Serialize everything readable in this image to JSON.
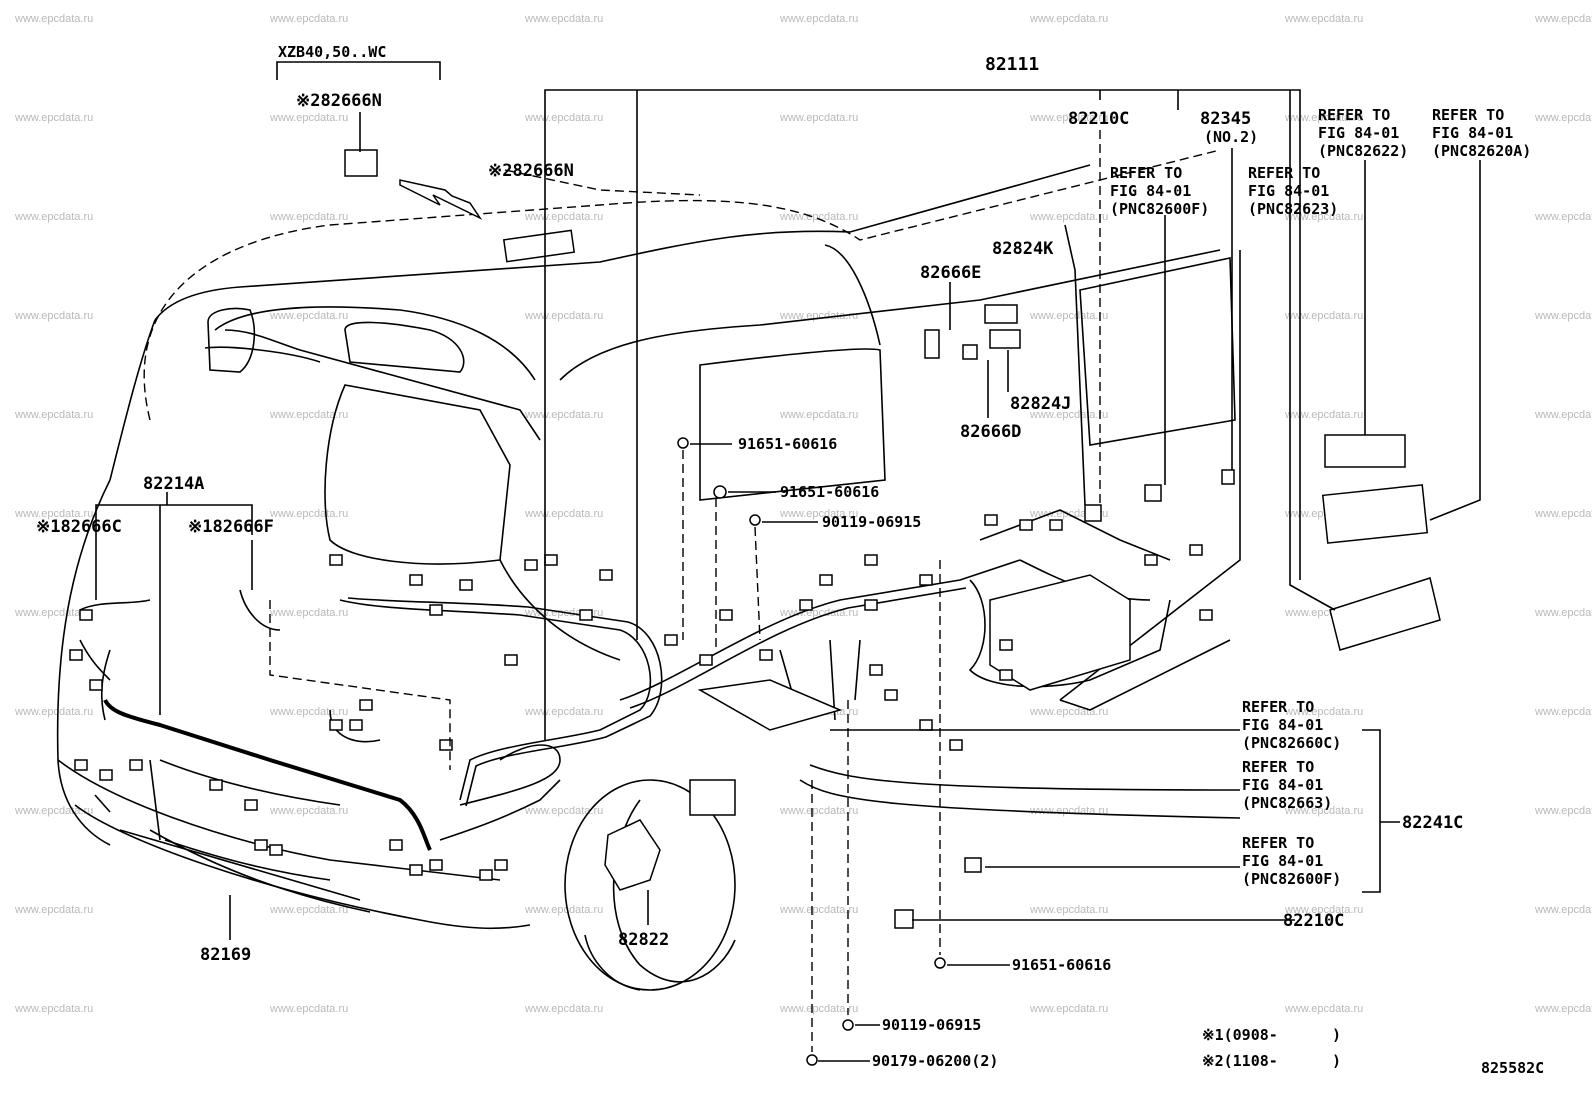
{
  "watermark": "www.epcdata.ru",
  "figure_code": "825582C",
  "labels": {
    "model_note": "XZB40,50..WC",
    "p82666N_a": "※282666N",
    "p82666N_b": "※282666N",
    "p82111": "82111",
    "p82210C_top": "82210C",
    "p82345": "82345",
    "p82345_qty": "(NO.2)",
    "refer_82600F_top": [
      "REFER TO",
      "FIG 84-01",
      "(PNC82600F)"
    ],
    "refer_82623": [
      "REFER TO",
      "FIG 84-01",
      "(PNC82623)"
    ],
    "refer_82622": [
      "REFER TO",
      "FIG 84-01",
      "(PNC82622)"
    ],
    "refer_82620A": [
      "REFER TO",
      "FIG 84-01",
      "(PNC82620A)"
    ],
    "p82824K": "82824K",
    "p82666E": "82666E",
    "p82824J": "82824J",
    "p82666D": "82666D",
    "bolt_91651_a": "91651-60616",
    "bolt_91651_b": "91651-60616",
    "nut_90119_a": "90119-06915",
    "p82214A": "82214A",
    "p82666C": "※182666C",
    "p82666F": "※182666F",
    "refer_82660C": [
      "REFER TO",
      "FIG 84-01",
      "(PNC82660C)"
    ],
    "refer_82663": [
      "REFER TO",
      "FIG 84-01",
      "(PNC82663)"
    ],
    "p82241C": "82241C",
    "refer_82600F_bottom": [
      "REFER TO",
      "FIG 84-01",
      "(PNC82600F)"
    ],
    "p82210C_bottom": "82210C",
    "bolt_91651_c": "91651-60616",
    "nut_90119_b": "90119-06915",
    "screw_90179": "90179-06200(2)",
    "p82169": "82169",
    "p82822": "82822"
  },
  "footnotes": [
    "※1(0908-      )",
    "※2(1108-      )"
  ]
}
